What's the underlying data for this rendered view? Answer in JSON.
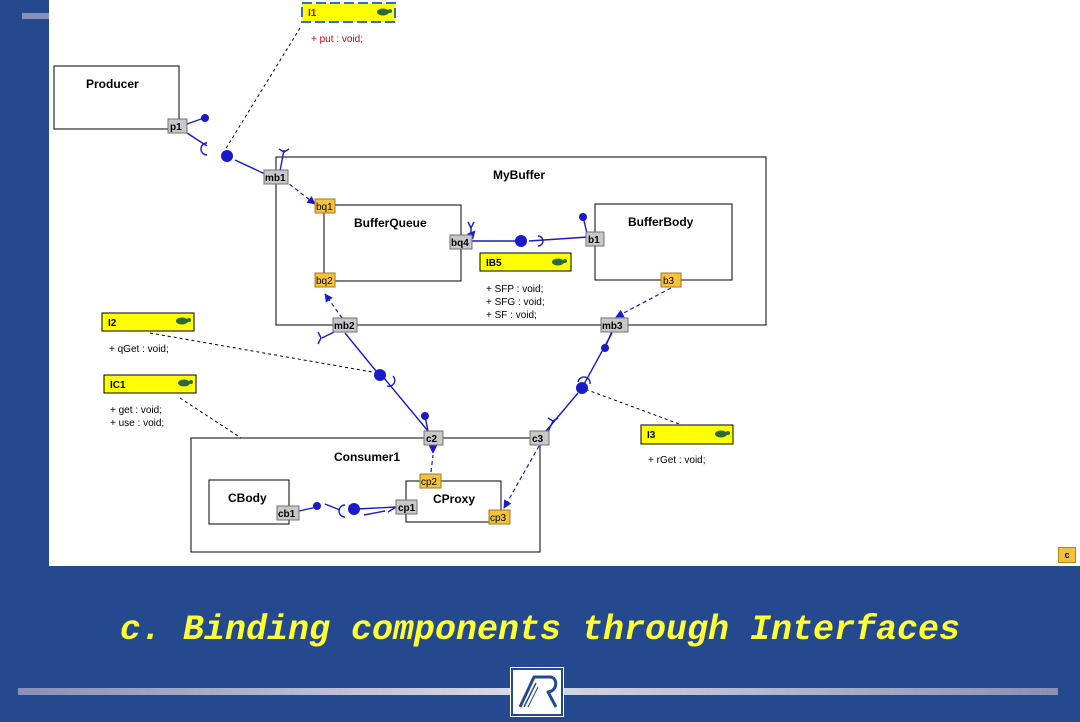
{
  "slide": {
    "caption": "c. Binding components through Interfaces",
    "corner_button": "c"
  },
  "components": {
    "producer": "Producer",
    "mybuffer": "MyBuffer",
    "bufferqueue": "BufferQueue",
    "bufferbody": "BufferBody",
    "consumer1": "Consumer1",
    "cbody": "CBody",
    "cproxy": "CProxy"
  },
  "ports": {
    "p1": "p1",
    "mb1": "mb1",
    "mb2": "mb2",
    "mb3": "mb3",
    "bq1": "bq1",
    "bq2": "bq2",
    "bq4": "bq4",
    "b1": "b1",
    "b3": "b3",
    "c2": "c2",
    "c3": "c3",
    "cp1": "cp1",
    "cp2": "cp2",
    "cp3": "cp3",
    "cb1": "cb1"
  },
  "interfaces": {
    "i1": {
      "name": "I1",
      "ops": [
        "+ put : void;"
      ]
    },
    "i2": {
      "name": "I2",
      "ops": [
        "+ qGet : void;"
      ]
    },
    "ic1": {
      "name": "IC1",
      "ops": [
        "+ get : void;",
        "+ use : void;"
      ]
    },
    "ib5": {
      "name": "IB5",
      "ops": [
        "+ SFP : void;",
        "+ SFG : void;",
        "+ SF : void;"
      ]
    },
    "i3": {
      "name": "I3",
      "ops": [
        "+ rGet : void;"
      ]
    }
  },
  "colors": {
    "background": "#24498f",
    "caption": "#ffff33",
    "interface_fill": "#ffff00",
    "port_gray": "#c8c8c8",
    "port_orange": "#f5c33b",
    "connector": "#1a1acc"
  }
}
